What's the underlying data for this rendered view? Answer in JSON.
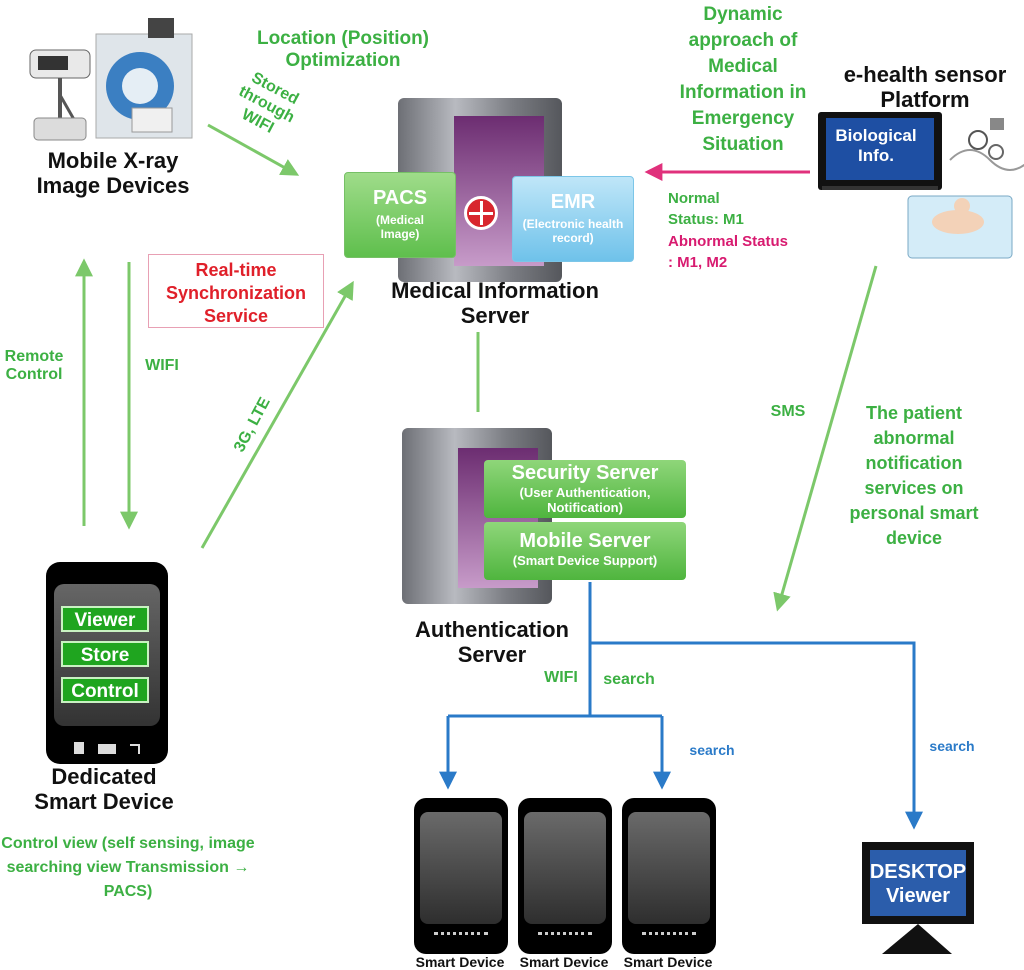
{
  "top": {
    "location": "Location (Position) Optimization",
    "dynamic": "Dynamic approach of Medical Information in Emergency Situation"
  },
  "xray": {
    "label_line1": "Mobile X-ray",
    "label_line2": "Image Devices",
    "stored": "Stored through WIFI"
  },
  "med_server": {
    "pacs_title": "PACS",
    "pacs_sub": "(Medical Image)",
    "emr_title": "EMR",
    "emr_sub": "(Electronic health record)",
    "label_line1": "Medical Information",
    "label_line2": "Server"
  },
  "ehealth": {
    "label_line1": "e-health sensor",
    "label_line2": "Platform",
    "screen": "Biological Info."
  },
  "status": {
    "normal": "Normal Status: M1",
    "abnormal": "Abnormal Status : M1, M2"
  },
  "realtime": "Real-time Synchronization Service",
  "links": {
    "remote": "Remote Control",
    "wifi_left": "WIFI",
    "lte": "3G, LTE",
    "sms": "SMS",
    "wifi_bottom": "WIFI",
    "search_top": "search",
    "search_right_phone": "search",
    "search_desktop": "search"
  },
  "notify": "The patient abnormal notification services on personal smart device",
  "auth": {
    "security_title": "Security Server",
    "security_sub": "(User Authentication, Notification)",
    "mobile_title": "Mobile Server",
    "mobile_sub": "(Smart Device Support)",
    "label_line1": "Authentication",
    "label_line2": "Server"
  },
  "dedicated": {
    "buttons": [
      "Viewer",
      "Store",
      "Control"
    ],
    "label_line1": "Dedicated",
    "label_line2": "Smart Device",
    "control_view": "Control view (self sensing, image searching view Transmission → PACS)"
  },
  "smart_devices": [
    "Smart Device",
    "Smart Device",
    "Smart Device"
  ],
  "desktop": {
    "line1": "DESKTOP",
    "line2": "Viewer"
  }
}
